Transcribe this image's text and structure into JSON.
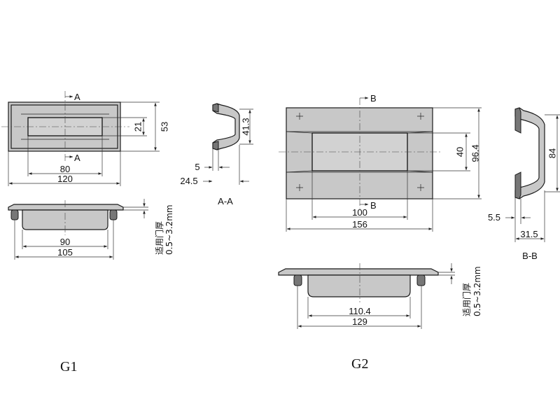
{
  "g1": {
    "label": "G1",
    "section_mark": "A",
    "dims": {
      "w53": "53",
      "w21": "21",
      "w80": "80",
      "w120": "120",
      "w90": "90",
      "w105": "105"
    },
    "note_line1": "适用门厚",
    "note_line2": "0.5~3.2mm"
  },
  "aa": {
    "label": "A-A",
    "dims": {
      "d41": "41.3",
      "d5": "5",
      "d24": "24.5"
    }
  },
  "g2": {
    "label": "G2",
    "section_mark": "B",
    "dims": {
      "d96": "96.4",
      "d40": "40",
      "d100": "100",
      "d156": "156",
      "d110": "110.4",
      "d129": "129"
    },
    "note_line1": "适用门厚",
    "note_line2": "0.5~3.2mm"
  },
  "bb": {
    "label": "B-B",
    "dims": {
      "d84": "84",
      "d55": "5.5",
      "d31": "31.5"
    }
  }
}
